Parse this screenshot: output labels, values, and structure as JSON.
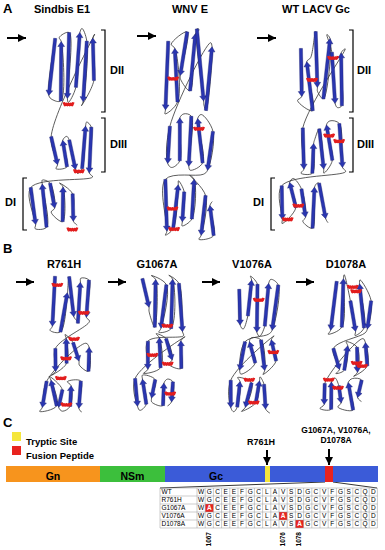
{
  "diagram": {
    "nodes": [
      {
        "text": [
          "Gn"
        ]
      },
      {
        "text": [
          "NSm"
        ]
      },
      {
        "text": [
          "Gc"
        ]
      }
    ],
    "labels": [
      "A",
      "Sindbis E1",
      "WNV E",
      "WT LACV Gc",
      "DII",
      "DIII",
      "DI",
      "DII",
      "DIII",
      "DI",
      "B",
      "R761H",
      "G1067A",
      "V1076A",
      "D1078A",
      "C",
      "R761H",
      "G1067A, V1076A, D1078A",
      "WT",
      "W",
      "G",
      "C",
      "E",
      "E",
      "F",
      "G",
      "C",
      "L",
      "A",
      "V",
      "S",
      "D",
      "G",
      "C",
      "V",
      "F",
      "G",
      "S",
      "C",
      "Q",
      "D",
      "R761H",
      "W",
      "G",
      "C",
      "E",
      "E",
      "F",
      "G",
      "C",
      "L",
      "A",
      "V",
      "S",
      "D",
      "G",
      "C",
      "V",
      "F",
      "G",
      "S",
      "C",
      "Q",
      "D",
      "G1067A",
      "W",
      "A",
      "C",
      "E",
      "E",
      "F",
      "G",
      "C",
      "L",
      "A",
      "V",
      "S",
      "D",
      "G",
      "C",
      "V",
      "F",
      "G",
      "S",
      "C",
      "Q",
      "D",
      "V1076A",
      "W",
      "G",
      "C",
      "E",
      "E",
      "F",
      "G",
      "C",
      "L",
      "A",
      "A",
      "S",
      "D",
      "G",
      "C",
      "V",
      "F",
      "G",
      "S",
      "C",
      "Q",
      "D",
      "D1078A",
      "W",
      "G",
      "C",
      "E",
      "E",
      "F",
      "G",
      "C",
      "L",
      "A",
      "V",
      "S",
      "A",
      "G",
      "C",
      "V",
      "F",
      "G",
      "S",
      "C",
      "Q",
      "D",
      "1067",
      "1076",
      "1078"
    ],
    "legend": [
      {
        "text": "Tryptic Site",
        "color": "#f5e63c"
      },
      {
        "text": "Fusion Peptide",
        "color": "#e8231e"
      }
    ]
  }
}
